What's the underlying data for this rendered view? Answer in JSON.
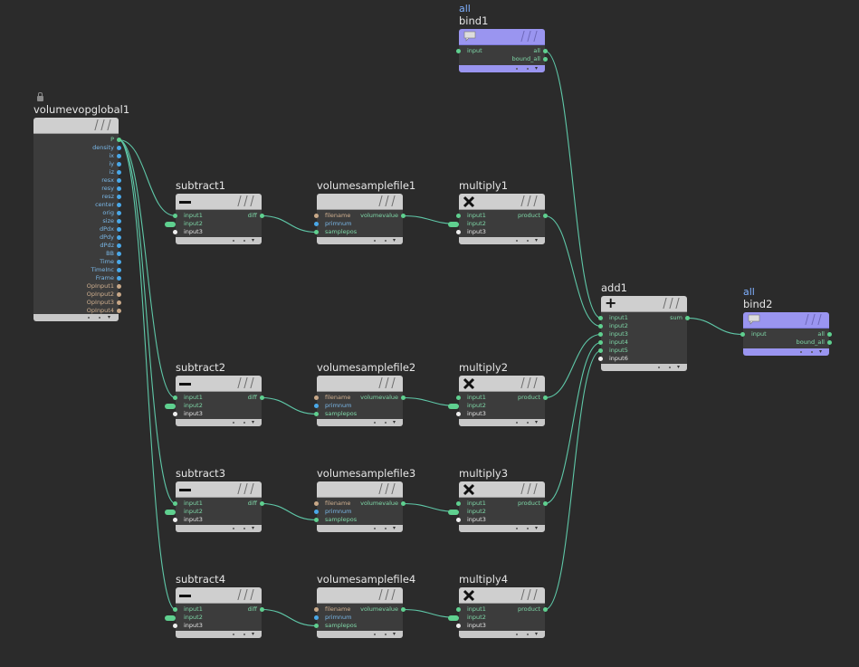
{
  "graph": {
    "global": {
      "name": "volumevopglobal1",
      "outputs": [
        "P",
        "density",
        "ix",
        "iy",
        "iz",
        "resx",
        "resy",
        "resz",
        "center",
        "orig",
        "size",
        "dPdx",
        "dPdy",
        "dPdz",
        "BB",
        "Time",
        "TimeInc",
        "Frame",
        "OpInput1",
        "OpInput2",
        "OpInput3",
        "OpInput4"
      ]
    },
    "subtract": [
      {
        "name": "subtract1",
        "inputs": [
          "input1",
          "input2",
          "input3"
        ],
        "output": "diff"
      },
      {
        "name": "subtract2",
        "inputs": [
          "input1",
          "input2",
          "input3"
        ],
        "output": "diff"
      },
      {
        "name": "subtract3",
        "inputs": [
          "input1",
          "input2",
          "input3"
        ],
        "output": "diff"
      },
      {
        "name": "subtract4",
        "inputs": [
          "input1",
          "input2",
          "input3"
        ],
        "output": "diff"
      }
    ],
    "sample": [
      {
        "name": "volumesamplefile1",
        "inputs": [
          "filename",
          "primnum",
          "samplepos"
        ],
        "output": "volumevalue"
      },
      {
        "name": "volumesamplefile2",
        "inputs": [
          "filename",
          "primnum",
          "samplepos"
        ],
        "output": "volumevalue"
      },
      {
        "name": "volumesamplefile3",
        "inputs": [
          "filename",
          "primnum",
          "samplepos"
        ],
        "output": "volumevalue"
      },
      {
        "name": "volumesamplefile4",
        "inputs": [
          "filename",
          "primnum",
          "samplepos"
        ],
        "output": "volumevalue"
      }
    ],
    "multiply": [
      {
        "name": "multiply1",
        "inputs": [
          "input1",
          "input2",
          "input3"
        ],
        "output": "product"
      },
      {
        "name": "multiply2",
        "inputs": [
          "input1",
          "input2",
          "input3"
        ],
        "output": "product"
      },
      {
        "name": "multiply3",
        "inputs": [
          "input1",
          "input2",
          "input3"
        ],
        "output": "product"
      },
      {
        "name": "multiply4",
        "inputs": [
          "input1",
          "input2",
          "input3"
        ],
        "output": "product"
      }
    ],
    "add": {
      "name": "add1",
      "inputs": [
        "input1",
        "input2",
        "input3",
        "input4",
        "input5",
        "input6"
      ],
      "output": "sum"
    },
    "bind1": {
      "category": "all",
      "name": "bind1",
      "inputs": [
        "input"
      ],
      "outputs": [
        "all",
        "bound_all"
      ]
    },
    "bind2": {
      "category": "all",
      "name": "bind2",
      "inputs": [
        "input"
      ],
      "outputs": [
        "all",
        "bound_all"
      ]
    }
  },
  "icons": {
    "subtract": "minus-icon",
    "multiply": "multiply-icon",
    "add": "plus-icon",
    "bind": "comment-icon",
    "lock": "lock-icon"
  },
  "colors": {
    "background": "#2b2b2b",
    "wire": "#5fc8a8",
    "port_green": "#5fd08f",
    "port_blue": "#4aa8e8",
    "port_tan": "#c8a888",
    "port_white": "#eeeeee",
    "node_header": "#cfcfcf",
    "bind_header": "#9a95f0"
  }
}
